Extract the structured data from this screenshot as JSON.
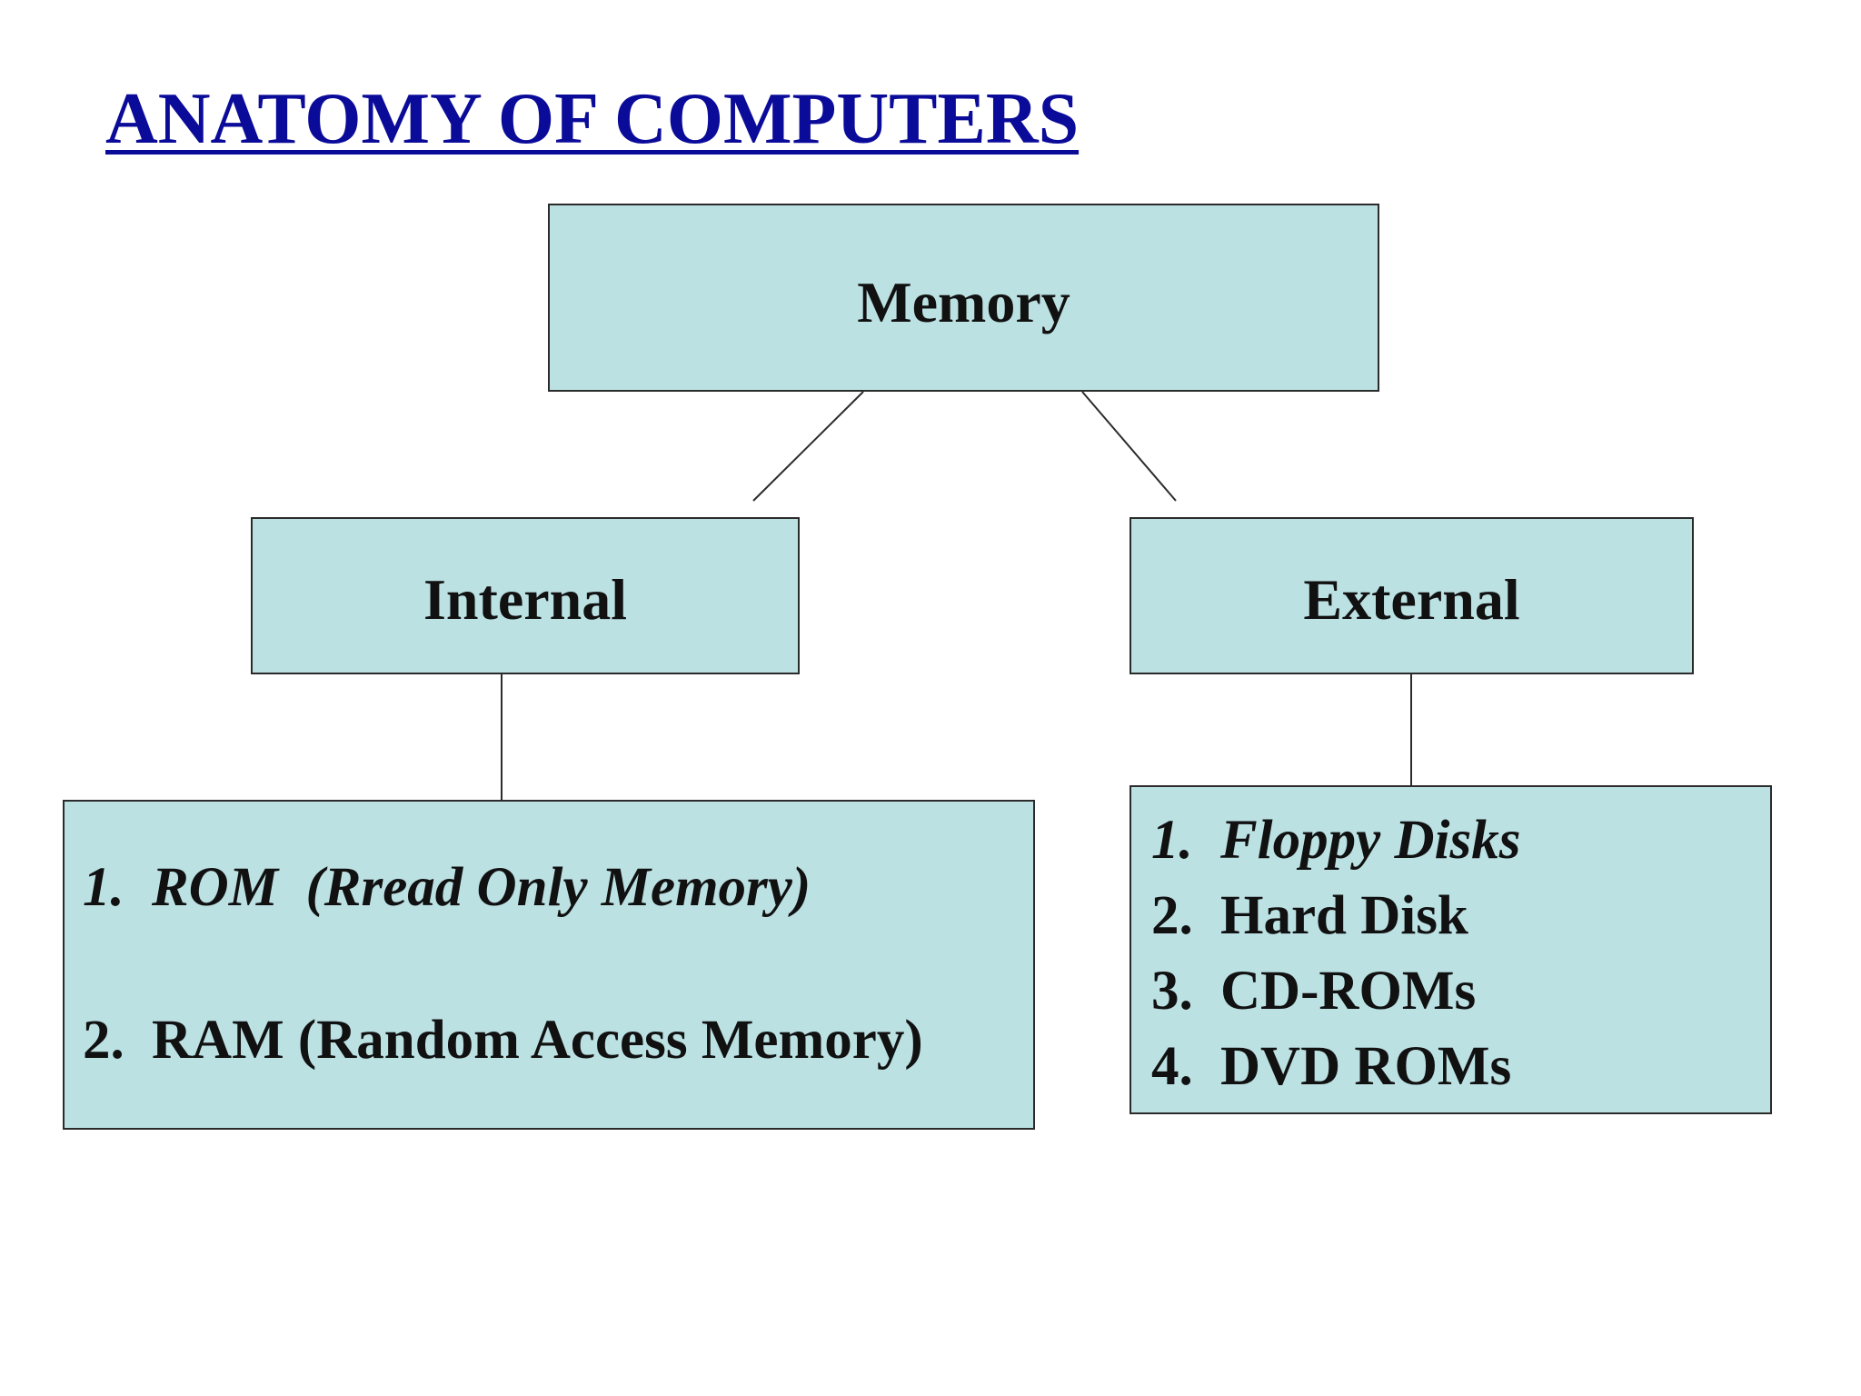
{
  "title": "ANATOMY OF COMPUTERS",
  "diagram": {
    "root": "Memory",
    "branches": [
      {
        "label": "Internal",
        "items": [
          {
            "number": "1.",
            "text": "ROM  (Rread Only Memory)",
            "italic": true
          },
          {
            "number": "2.",
            "text": "RAM (Random Access Memory)",
            "italic": false
          }
        ]
      },
      {
        "label": "External",
        "items": [
          {
            "number": "1.",
            "text": "Floppy Disks",
            "italic": true
          },
          {
            "number": "2.",
            "text": "Hard Disk",
            "italic": false
          },
          {
            "number": "3.",
            "text": "CD-ROMs",
            "italic": false
          },
          {
            "number": "4.",
            "text": "DVD ROMs",
            "italic": false
          }
        ]
      }
    ]
  },
  "colors": {
    "title": "#0b0b9a",
    "box_fill": "#bce1e3",
    "box_border": "#2b2b2b",
    "text": "#111111"
  }
}
